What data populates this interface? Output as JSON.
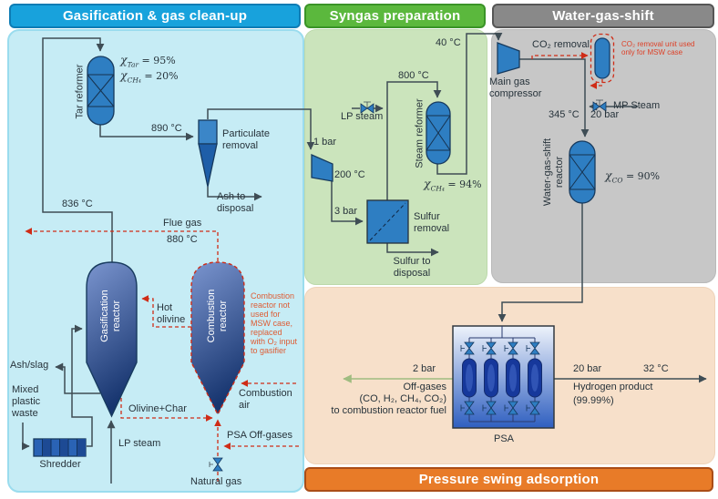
{
  "headers": {
    "gasification": "Gasification & gas clean-up",
    "syngas": "Syngas preparation",
    "wgs": "Water-gas-shift",
    "psa": "Pressure swing adsorption"
  },
  "gasification": {
    "tar_reformer": "Tar reformer",
    "chi_tar": {
      "sym": "χ",
      "sub": "Tar",
      "eq": " = 95%"
    },
    "chi_ch4": {
      "sym": "χ",
      "sub": "CH₄",
      "eq": " = 20%"
    },
    "temp_890": "890 °C",
    "particulate_removal": "Particulate removal",
    "ash_to_disposal": "Ash to disposal",
    "temp_836": "836 °C",
    "flue_gas": "Flue gas",
    "temp_880": "880 °C",
    "gasification_reactor": "Gasification reactor",
    "combustion_reactor": "Combustion reactor",
    "hot_olivine": "Hot olivine",
    "combustion_note": "Combustion reactor not used for MSW case, replaced with O₂ input to gasifier",
    "ash_slag": "Ash/slag",
    "mixed_plastic_waste": "Mixed plastic waste",
    "shredder": "Shredder",
    "olivine_char": "Olivine+Char",
    "lp_steam": "LP steam",
    "combustion_air": "Combustion air",
    "psa_off_gases": "PSA Off-gases",
    "natural_gas": "Natural gas"
  },
  "syngas": {
    "temp_40": "40 °C",
    "temp_800": "800 °C",
    "lp_steam": "LP steam",
    "pressure_1bar": "1 bar",
    "temp_200": "200 °C",
    "pressure_3bar": "3 bar",
    "steam_reformer": "Steam reformer",
    "chi_ch4": {
      "sym": "χ",
      "sub": "CH₄",
      "eq": " = 94%"
    },
    "sulfur_removal": "Sulfur removal",
    "sulfur_to_disposal": "Sulfur to disposal"
  },
  "wgs": {
    "co2_removal": "CO₂ removal",
    "co2_note": "CO₂ removal unit used only for MSW case",
    "main_gas_compressor": "Main gas compressor",
    "mp_steam": "MP Steam",
    "temp_345": "345 °C",
    "pressure_20bar": "20 bar",
    "wgs_reactor": "Water-gas-shift reactor",
    "chi_co": {
      "sym": "χ",
      "sub": "CO",
      "eq": " = 90%"
    }
  },
  "psa": {
    "pressure_2bar": "2 bar",
    "offgas_line1": "Off-gases",
    "offgas_line2": "(CO, H₂, CH₄, CO₂)",
    "offgas_line3": "to combustion reactor fuel",
    "pressure_20bar": "20 bar",
    "temp_32": "32 °C",
    "h2_line1": "Hydrogen product",
    "h2_line2": "(99.99%)",
    "psa_unit": "PSA"
  },
  "colors": {
    "header_blue": "#18a2dc",
    "header_green": "#5bb83d",
    "header_gray": "#898989",
    "header_orange": "#e87b28",
    "panel_cyan": "#c6ecf5",
    "panel_green": "#cbe4bc",
    "panel_gray": "#c7c7c7",
    "panel_peach": "#f7e0ca",
    "vessel_blue": "#2e7ec2",
    "line_black": "#3f4d55",
    "line_red_dashed": "#cf2c17",
    "offgas_line_green": "#9fbc80"
  }
}
